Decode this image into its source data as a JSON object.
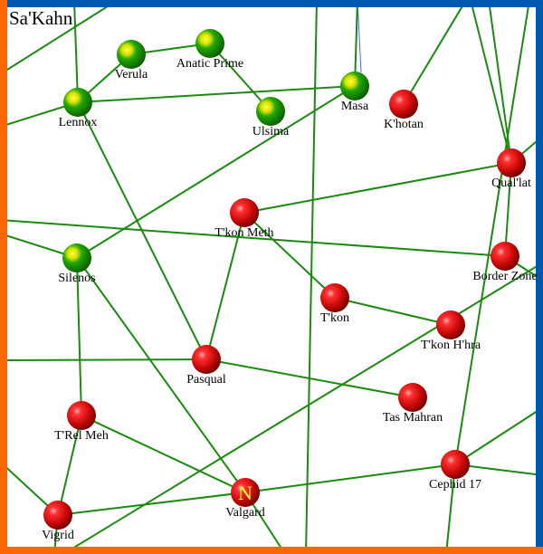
{
  "map": {
    "region_name": "Sa'Kahn",
    "colors": {
      "border_top": "#0058b0",
      "border_left": "#ff6600",
      "border_right": "#0058b0",
      "border_bottom": "#ff6600",
      "lane": "#1a8a10",
      "friendly": "#22aa00",
      "hostile": "#dd1111"
    }
  },
  "systems": [
    {
      "name": "Verula",
      "owner": "friendly"
    },
    {
      "name": "Anatic Prime",
      "owner": "friendly"
    },
    {
      "name": "Lennox",
      "owner": "friendly"
    },
    {
      "name": "Ulsima",
      "owner": "friendly"
    },
    {
      "name": "Masa",
      "owner": "friendly"
    },
    {
      "name": "K'hotan",
      "owner": "hostile"
    },
    {
      "name": "Qual'lat",
      "owner": "hostile"
    },
    {
      "name": "T'kon Meth",
      "owner": "hostile"
    },
    {
      "name": "Border Zone",
      "owner": "hostile"
    },
    {
      "name": "Silenos",
      "owner": "friendly"
    },
    {
      "name": "T'kon",
      "owner": "hostile"
    },
    {
      "name": "T'kon H'hra",
      "owner": "hostile"
    },
    {
      "name": "Pasqual",
      "owner": "hostile"
    },
    {
      "name": "Tas Mahran",
      "owner": "hostile"
    },
    {
      "name": "T'Rel Meh",
      "owner": "hostile"
    },
    {
      "name": "Cephid 17",
      "owner": "hostile"
    },
    {
      "name": "Valgard",
      "owner": "hostile",
      "marker": "N"
    },
    {
      "name": "Vigrid",
      "owner": "hostile"
    }
  ]
}
